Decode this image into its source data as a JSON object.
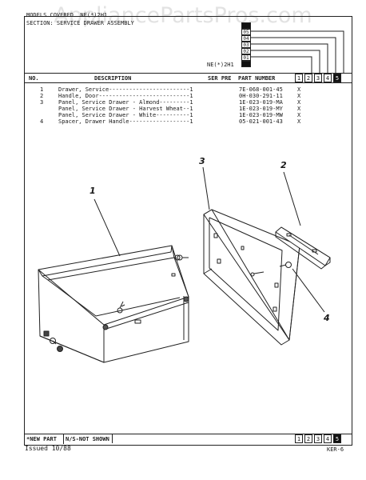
{
  "watermark": "AppliancePartsPros.com",
  "header": {
    "models_line": "MODELS COVERED  NE(*)2H1",
    "section_line": "SECTION: SERVICE DRAWER ASSEMBLY",
    "model_code": "NE(*)2H1",
    "stack_labels": [
      "05",
      "04",
      "03",
      "02",
      "01"
    ]
  },
  "columns": {
    "no": "NO.",
    "description": "DESCRIPTION",
    "ser_pre": "SER PRE",
    "part_number": "PART NUMBER",
    "nums": [
      "1",
      "2",
      "3",
      "4",
      "5"
    ]
  },
  "parts": [
    {
      "no": "1",
      "desc": "Drawer, Service------------------------1",
      "part": "7E-068-001-45",
      "x": "X"
    },
    {
      "no": "2",
      "desc": "Handle, Door---------------------------1",
      "part": "0H-030-291-11",
      "x": "X"
    },
    {
      "no": "3",
      "desc": "Panel, Service Drawer - Almond---------1",
      "part": "1E-023-019-MA",
      "x": "X"
    },
    {
      "no": "",
      "desc": "Panel, Service Drawer - Harvest Wheat--1",
      "part": "1E-023-019-MY",
      "x": "X"
    },
    {
      "no": "",
      "desc": "Panel, Service Drawer - White----------1",
      "part": "1E-023-019-MW",
      "x": "X"
    },
    {
      "no": "4",
      "desc": "Spacer, Drawer Handle------------------1",
      "part": "05-021-001-43",
      "x": "X"
    }
  ],
  "callouts": [
    "1",
    "2",
    "3",
    "4"
  ],
  "footer": {
    "new_part": "*NEW PART",
    "not_shown": "N/S-NOT SHOWN",
    "issued": "Issued 10/88",
    "page_code": "KER-6",
    "nums": [
      "1",
      "2",
      "3",
      "4",
      "5"
    ]
  }
}
